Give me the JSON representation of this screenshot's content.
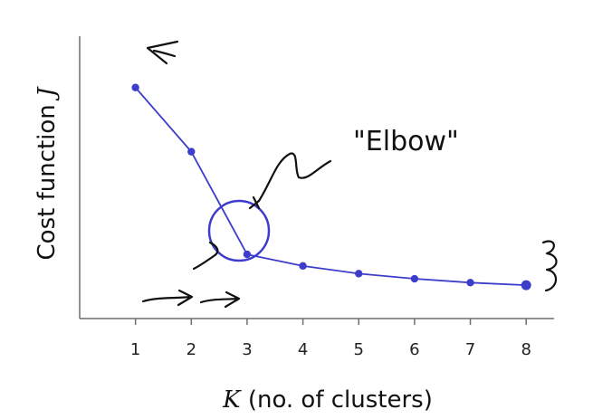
{
  "chart_data": {
    "type": "line",
    "x": [
      1,
      2,
      3,
      4,
      5,
      6,
      7,
      8
    ],
    "series": [
      {
        "values": [
          9.0,
          6.5,
          2.5,
          2.05,
          1.75,
          1.55,
          1.4,
          1.3
        ]
      }
    ],
    "xticks": [
      "1",
      "2",
      "3",
      "4",
      "5",
      "6",
      "7",
      "8"
    ],
    "xlim": [
      0,
      8.5
    ],
    "ylim": [
      0,
      11
    ],
    "xlabel": {
      "var": "K",
      "rest": " (no. of clusters)"
    },
    "ylabel": {
      "text": "Cost function ",
      "var": "J"
    },
    "annotations": [
      {
        "text": "\"Elbow\"",
        "x": 3
      }
    ],
    "grid": false,
    "colors": {
      "series": "#3d3dcc",
      "axis": "#6e6e6e"
    }
  }
}
